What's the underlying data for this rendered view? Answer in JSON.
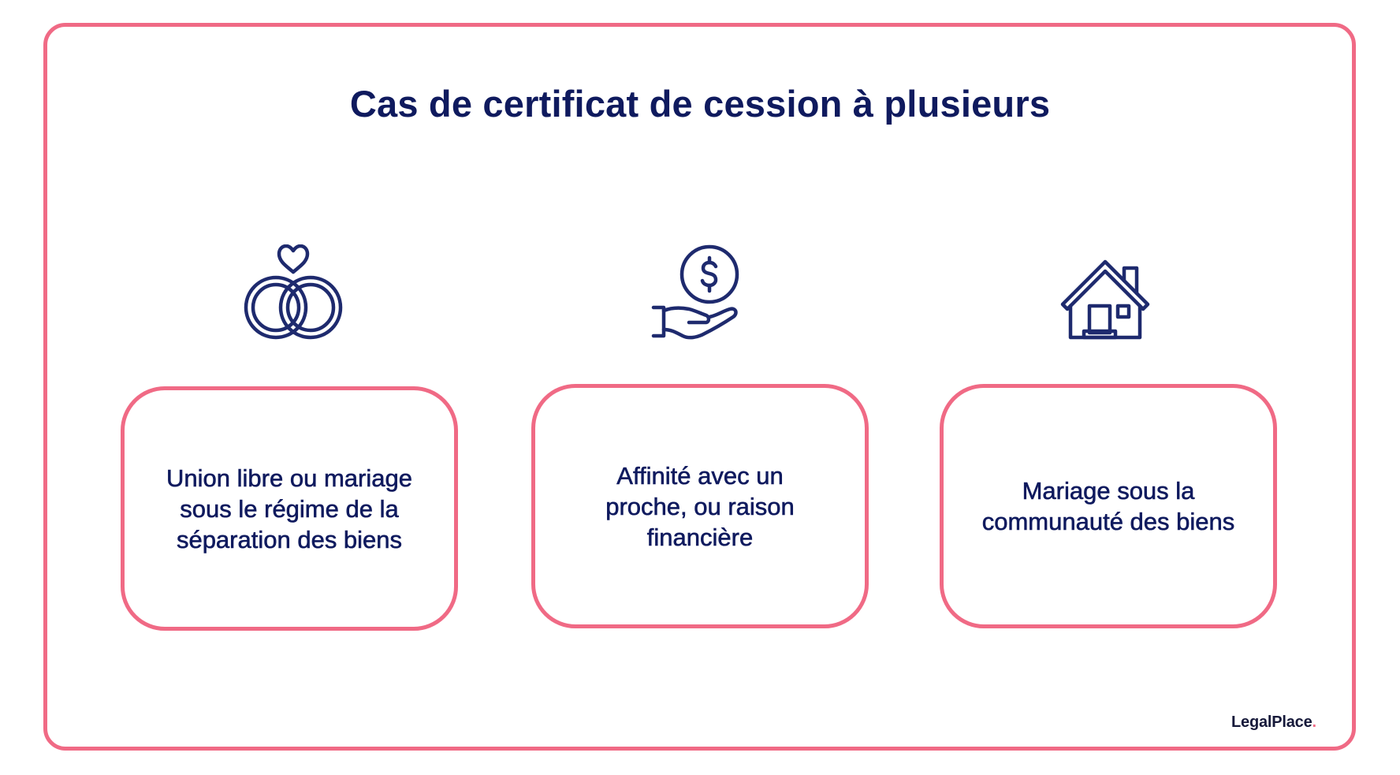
{
  "title": "Cas de certificat de cession à plusieurs",
  "colors": {
    "accent_pink": "#f06a85",
    "navy_text": "#0f1a5e",
    "icon_stroke": "#1e2a6e",
    "background": "#ffffff"
  },
  "cases": [
    {
      "icon": "wedding-rings-heart-icon",
      "text": "Union libre ou mariage\nsous le régime de la\nséparation des biens"
    },
    {
      "icon": "hand-holding-coin-dollar-icon",
      "text": "Affinité avec un\nproche, ou raison\nfinancière"
    },
    {
      "icon": "house-icon",
      "text": "Mariage sous la\ncommunauté des biens"
    }
  ],
  "logo": {
    "text": "LegalPlace",
    "dot": "."
  }
}
